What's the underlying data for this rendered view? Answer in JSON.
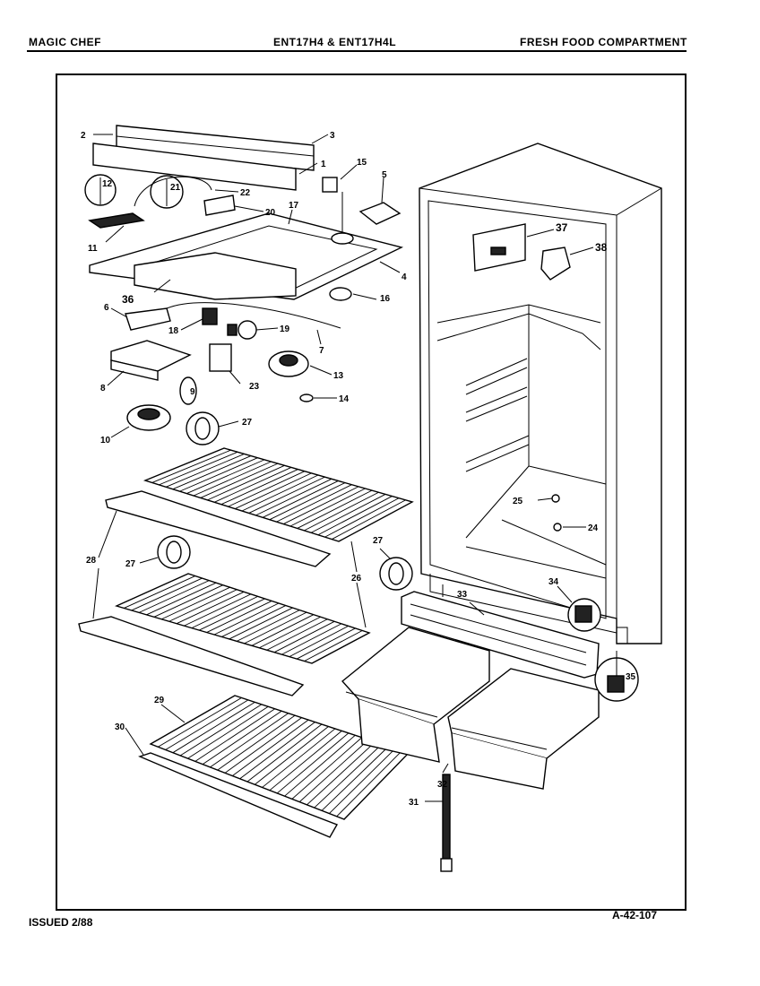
{
  "header": {
    "brand": "MAGIC CHEF",
    "model": "ENT17H4 & ENT17H4L",
    "section": "FRESH FOOD COMPARTMENT"
  },
  "footer": {
    "issued": "ISSUED 2/88",
    "code": "A-42-107"
  },
  "callouts": [
    "1",
    "2",
    "3",
    "4",
    "5",
    "6",
    "7",
    "8",
    "9",
    "10",
    "11",
    "12",
    "13",
    "14",
    "15",
    "16",
    "17",
    "18",
    "19",
    "20",
    "21",
    "22",
    "23",
    "24",
    "25",
    "26",
    "27",
    "28",
    "29",
    "30",
    "31",
    "32",
    "33",
    "34",
    "35",
    "36",
    "37",
    "38"
  ]
}
